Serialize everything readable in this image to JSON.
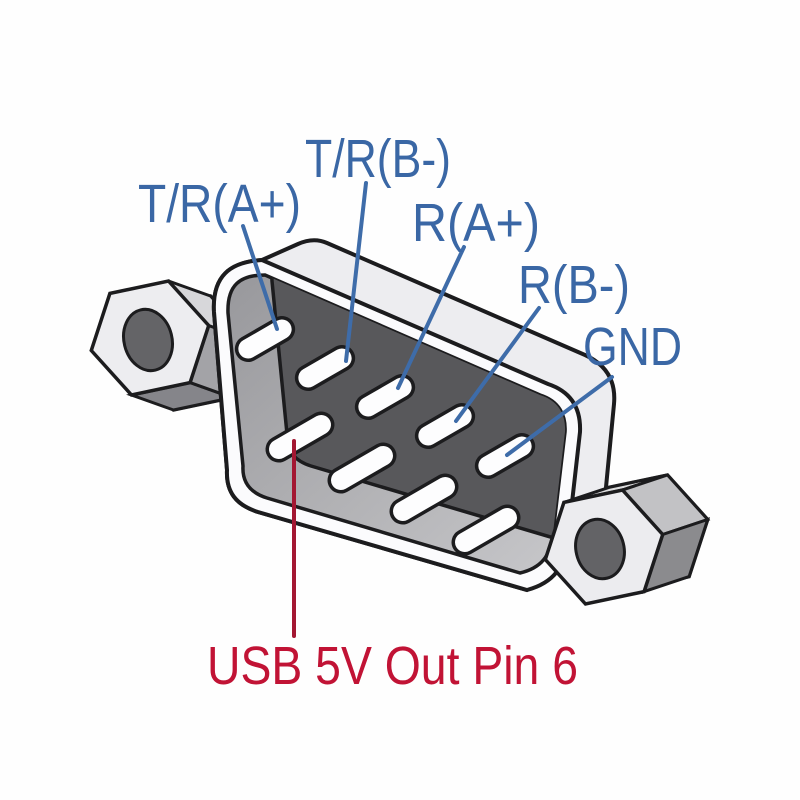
{
  "diagram": {
    "subject": "DB9 male serial connector pinout",
    "connector": {
      "pin_slots_total": 9,
      "pin_slots_top_row": 5,
      "pin_slots_bottom_row": 4,
      "hex_screws": 2
    },
    "labels": {
      "pin1": {
        "text": "T/R(A+)"
      },
      "pin2": {
        "text": "T/R(B-)"
      },
      "pin3": {
        "text": "R(A+)"
      },
      "pin4": {
        "text": "R(B-)"
      },
      "pin5": {
        "text": "GND"
      },
      "pin6": {
        "text": "USB 5V Out Pin 6"
      }
    },
    "colors": {
      "label_blue": "#3a67a5",
      "line_blue": "#3e6ca9",
      "label_red": "#c11335",
      "line_red": "#a31732",
      "outline": "#1c1c1e",
      "shell_light": "#ededf0",
      "rim_white": "#fbfbfd",
      "face_dark": "#58585b",
      "pin_white": "#fdfdfe"
    }
  }
}
